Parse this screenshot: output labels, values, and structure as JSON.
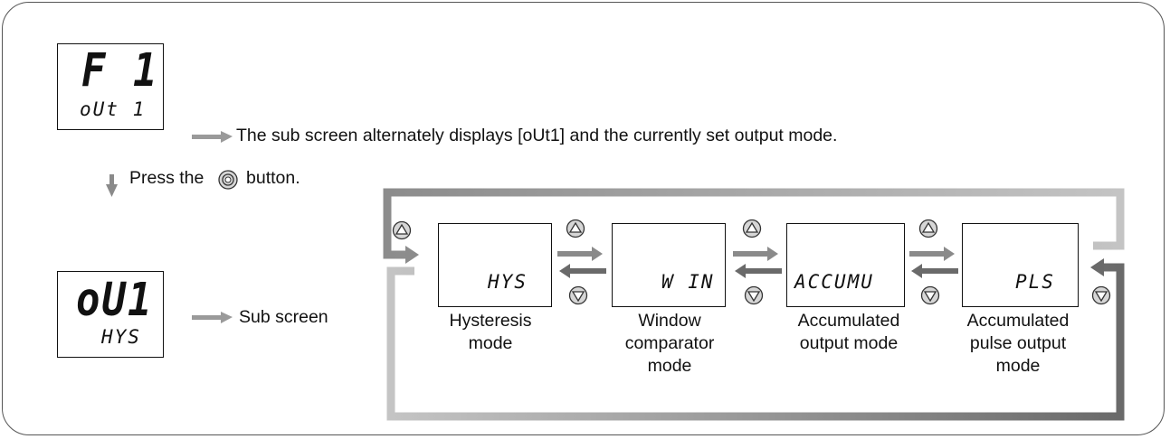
{
  "top_display": {
    "main": "F 1",
    "sub": "oUt 1"
  },
  "top_note": "The sub screen alternately displays [oUt1] and the currently set output mode.",
  "press_instruction": {
    "before": "Press the",
    "after": "button.",
    "button_icon": "select-button-icon"
  },
  "left_display": {
    "main": "oU1",
    "sub": "HYS"
  },
  "sub_screen_label": "Sub screen",
  "modes": [
    {
      "display": "HYS",
      "label": "Hysteresis\nmode"
    },
    {
      "display": "W IN",
      "label": "Window\ncomparator\nmode"
    },
    {
      "display": "ACCUMU",
      "label": "Accumulated\noutput mode"
    },
    {
      "display": "PLS",
      "label": "Accumulated\npulse output\nmode"
    }
  ],
  "icons": {
    "up": "up-button-icon",
    "down": "down-button-icon"
  },
  "colors": {
    "loop_light": "#bdbdbd",
    "loop_dark": "#6e6e6e",
    "arrow": "#8a8a8a",
    "button_fill": "#d6d6d6"
  }
}
